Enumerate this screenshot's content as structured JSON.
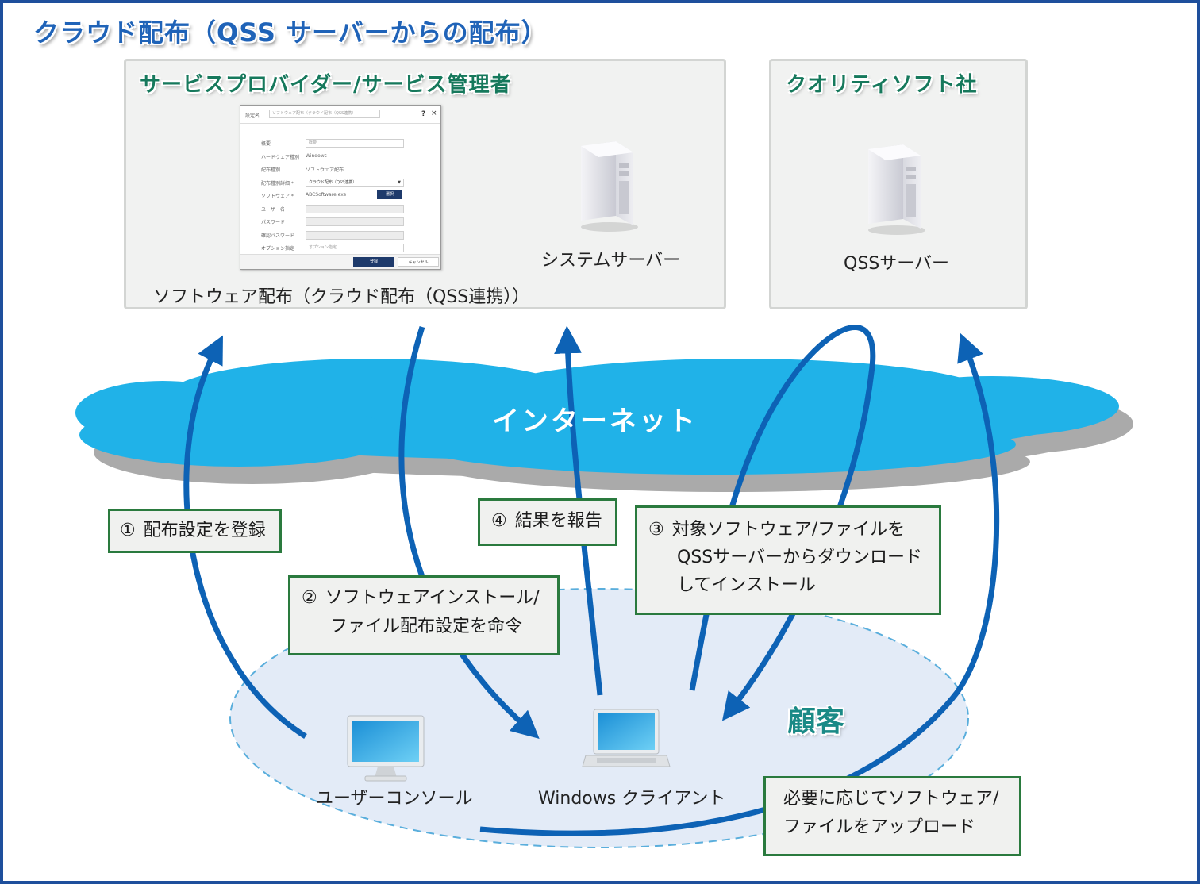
{
  "title": "クラウド配布（QSS サーバーからの配布）",
  "provider_panel": {
    "title": "サービスプロバイダー/サービス管理者",
    "dialog": {
      "setting_name_label": "設定名",
      "setting_name_value": "ソフトウェア配布（クラウド配布（QSS連携）",
      "help": "?",
      "close": "×",
      "rows": [
        {
          "label": "概要",
          "value": "概要",
          "kind": "input"
        },
        {
          "label": "ハードウェア種別",
          "value": "Windows",
          "kind": "text"
        },
        {
          "label": "配布種別",
          "value": "ソフトウェア配布",
          "kind": "text"
        },
        {
          "label": "配布種別詳細 *",
          "value": "クラウド配布（QSS連携）",
          "kind": "select"
        },
        {
          "label": "ソフトウェア *",
          "value": "ABCSoftware.exe",
          "kind": "file"
        },
        {
          "label": "ユーザー名",
          "value": "",
          "kind": "grey"
        },
        {
          "label": "パスワード",
          "value": "",
          "kind": "grey"
        },
        {
          "label": "確認パスワード",
          "value": "",
          "kind": "grey"
        },
        {
          "label": "オプション指定",
          "value": "オプション指定",
          "kind": "input"
        }
      ],
      "select_button": "選択",
      "register_button": "登録",
      "cancel_button": "キャンセル"
    },
    "caption": "ソフトウェア配布（クラウド配布（QSS連携））",
    "server_label": "システムサーバー"
  },
  "quality_panel": {
    "title": "クオリティソフト社",
    "server_label": "QSSサーバー"
  },
  "internet_label": "インターネット",
  "customer_label": "顧客",
  "user_console_label": "ユーザーコンソール",
  "client_label": "Windows クライアント",
  "steps": [
    {
      "num": "①",
      "lines": [
        "配布設定を登録"
      ]
    },
    {
      "num": "②",
      "lines": [
        "ソフトウェアインストール/",
        "ファイル配布設定を命令"
      ]
    },
    {
      "num": "④",
      "lines": [
        "結果を報告"
      ]
    },
    {
      "num": "③",
      "lines": [
        "対象ソフトウェア/ファイルを",
        "QSSサーバーからダウンロード",
        "してインストール"
      ]
    }
  ],
  "upload_note": [
    "必要に応じてソフトウェア/",
    "ファイルをアップロード"
  ],
  "colors": {
    "frame": "#1e4f9c",
    "arrow": "#0d62b5",
    "cloud": "#20b2e8",
    "step_border": "#2a7a3e",
    "panel_title": "#16795c",
    "customer": "#1a8a86"
  }
}
